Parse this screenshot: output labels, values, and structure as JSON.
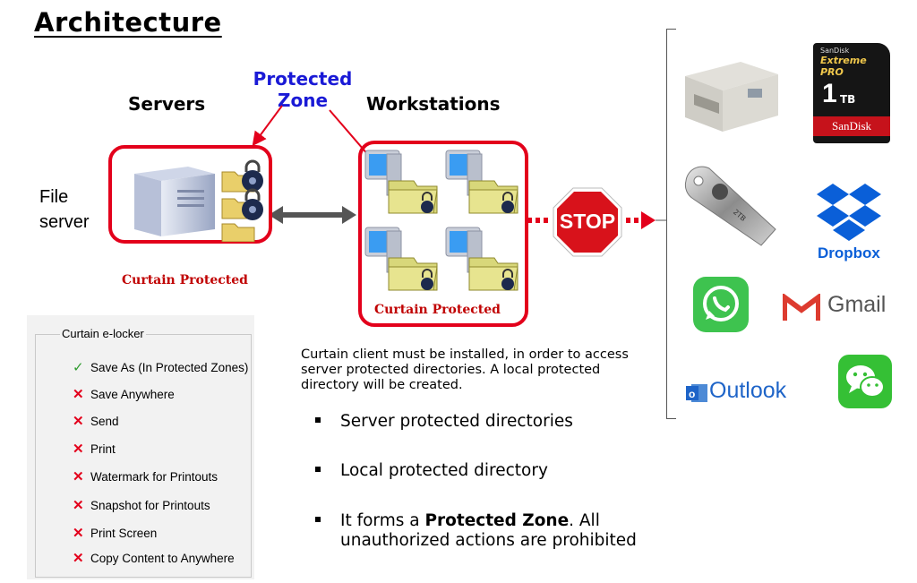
{
  "title": "Architecture",
  "servers_label": "Servers",
  "workstations_label": "Workstations",
  "protected_zone_label": "Protected\nZone",
  "file_server_label": "File\nserver",
  "curtain_protected_servers": "Curtain Protected",
  "curtain_protected_workstations": "Curtain Protected",
  "stop_label": "STOP",
  "locker": {
    "title": "Curtain e-locker",
    "items": [
      {
        "mark": "✓",
        "label": "Save As (In Protected Zones)",
        "allowed": true
      },
      {
        "mark": "✕",
        "label": "Save Anywhere",
        "allowed": false
      },
      {
        "mark": "✕",
        "label": "Send",
        "allowed": false
      },
      {
        "mark": "✕",
        "label": "Print",
        "allowed": false
      },
      {
        "mark": "✕",
        "label": "Watermark for Printouts",
        "allowed": false
      },
      {
        "mark": "✕",
        "label": "Snapshot for Printouts",
        "allowed": false
      },
      {
        "mark": "✕",
        "label": "Print Screen",
        "allowed": false
      },
      {
        "mark": "✕",
        "label": "Copy Content to Anywhere",
        "allowed": false
      }
    ]
  },
  "note": "Curtain client must be installed, in order to access server protected directories.  A local protected directory will be created.",
  "bullets": {
    "b1": "Server protected directories",
    "b2": "Local protected directory",
    "b3_pre": "It forms a ",
    "b3_bold": "Protected Zone",
    "b3_post": ".  All unauthorized actions are prohibited"
  },
  "targets": {
    "sd_brand": "SanDisk",
    "sd_line": "Extreme PRO",
    "sd_capacity": "1",
    "sd_unit": "TB",
    "usb_label": "2TB",
    "dropbox": "Dropbox",
    "gmail": "Gmail",
    "outlook": "Outlook"
  },
  "colors": {
    "red": "#e3001b",
    "blue_label": "#1a1ad6",
    "curtain_red": "#c00000",
    "dropbox_blue": "#0a5fd8",
    "whatsapp_green": "#3ec34f",
    "wechat_green": "#35c035"
  },
  "icons": [
    "server-icon",
    "lock-icon",
    "folder-icon",
    "computer-icon",
    "stop-sign-icon",
    "printer-icon",
    "sd-card-icon",
    "usb-drive-icon",
    "dropbox-icon",
    "whatsapp-icon",
    "gmail-icon",
    "outlook-icon",
    "wechat-icon"
  ]
}
